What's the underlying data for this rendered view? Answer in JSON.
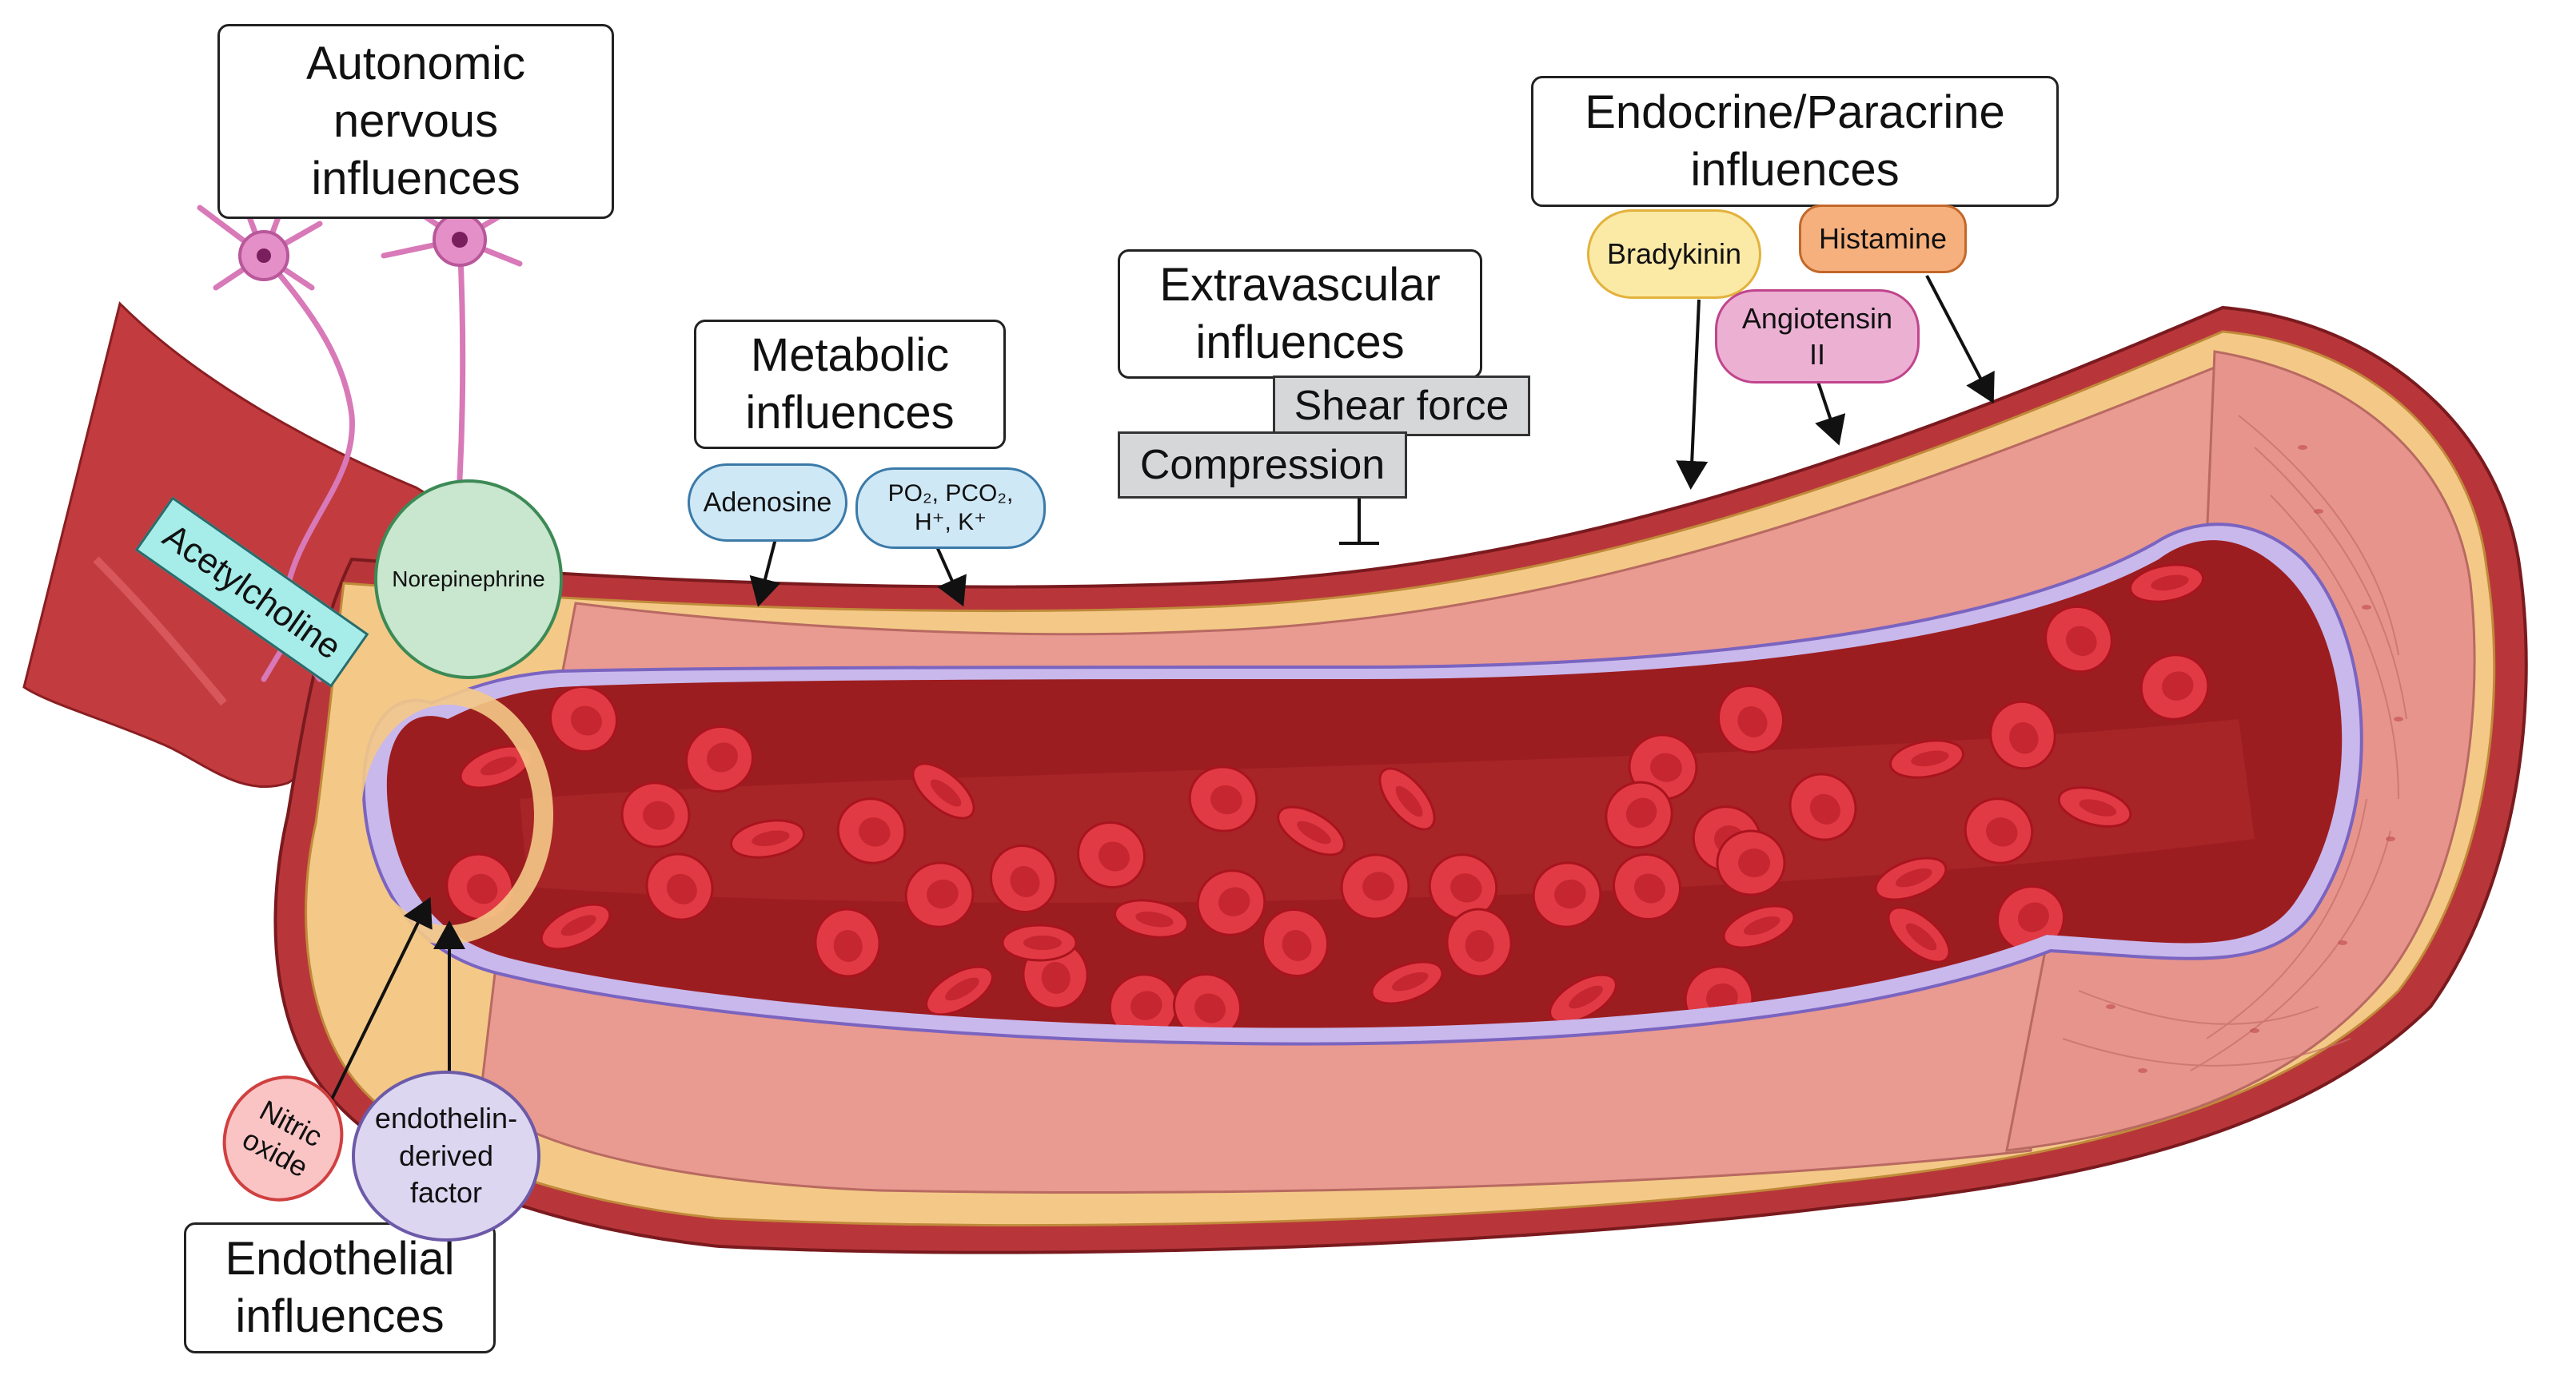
{
  "labels": {
    "autonomic": "Autonomic\nnervous\ninfluences",
    "metabolic": "Metabolic\ninfluences",
    "extravascular": "Extravascular\ninfluences",
    "endocrine": "Endocrine/Paracrine\ninfluences",
    "endothelial": "Endothelial\ninfluences",
    "shear_force": "Shear force",
    "compression": "Compression",
    "adenosine": "Adenosine",
    "gases": "PO₂, PCO₂,\nH⁺, K⁺",
    "bradykinin": "Bradykinin",
    "histamine": "Histamine",
    "angiotensin": "Angiotensin\nII",
    "acetylcholine": "Acetylcholine",
    "norepinephrine": "Norepinephrine",
    "nitric_oxide": "Nitric\noxide",
    "endothelin_factor": "endothelin-\nderived\nfactor"
  },
  "colors": {
    "outer_wall": "#b8363a",
    "adventitia": "#f4c987",
    "media": "#e99a91",
    "intima": "#c9b8ec",
    "lumen": "#9c1d20",
    "blood_cell": "#e23a44",
    "adenosine_fill": "#cfe8f6",
    "bradykinin_fill": "#fbe9a6",
    "histamine_fill": "#f6b07d",
    "angiotensin_fill": "#ecb0d3",
    "nitric_oxide_fill": "#fbc4c4",
    "endothelin_fill": "#ddd6f1",
    "norepinephrine_fill": "#c9e6cf",
    "acetylcholine_fill": "#a6ece8",
    "neuron": "#d879b8"
  }
}
